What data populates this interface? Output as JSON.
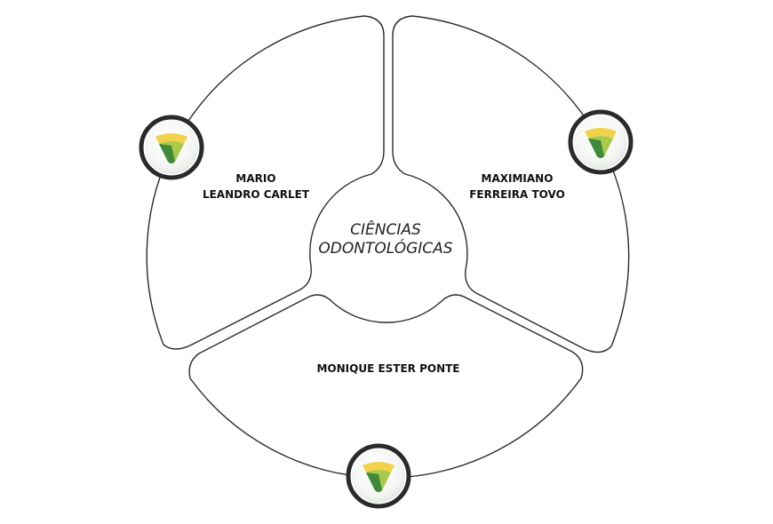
{
  "center": {
    "line1": "CIÊNCIAS",
    "line2": "ODONTOLÓGICAS"
  },
  "members": [
    {
      "line1": "MARIO",
      "line2": "LEANDRO CARLET",
      "icon": "shield-logo-icon"
    },
    {
      "line1": "MAXIMIANO",
      "line2": "FERREIRA TOVO",
      "icon": "shield-logo-icon"
    },
    {
      "line1": "MONIQUE ESTER PONTE",
      "line2": "",
      "icon": "shield-logo-icon"
    }
  ],
  "colors": {
    "outline": "#2b2b2b",
    "badge_ring": "#2a2a2a",
    "logo_yellow": "#f2d24a",
    "logo_green_light": "#a9c94a",
    "logo_green_dark": "#3f8a3a"
  }
}
